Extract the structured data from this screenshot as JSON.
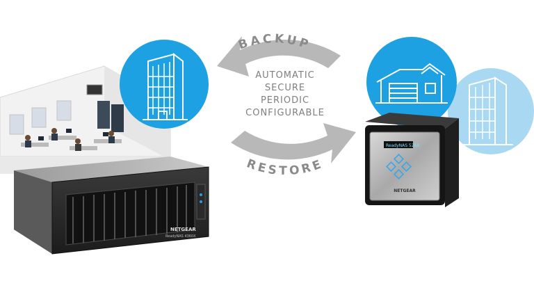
{
  "cycle": {
    "top_label": "BACKUP",
    "bottom_label": "RESTORE",
    "features": [
      "AUTOMATIC",
      "SECURE",
      "PERIODIC",
      "CONFIGURABLE"
    ]
  },
  "devices": {
    "rack_brand": "NETGEAR",
    "rack_model": "ReadyNAS 4360X",
    "desktop_brand": "NETGEAR",
    "desktop_display": "ReadyNAS 526X"
  },
  "colors": {
    "accent_blue": "#1da1e2",
    "light_blue": "#a9d8f2",
    "arrow_gray": "#b8b8b8",
    "text_gray": "#8a8a8a"
  },
  "icons": [
    "office-building-icon",
    "house-icon",
    "tall-building-icon"
  ]
}
